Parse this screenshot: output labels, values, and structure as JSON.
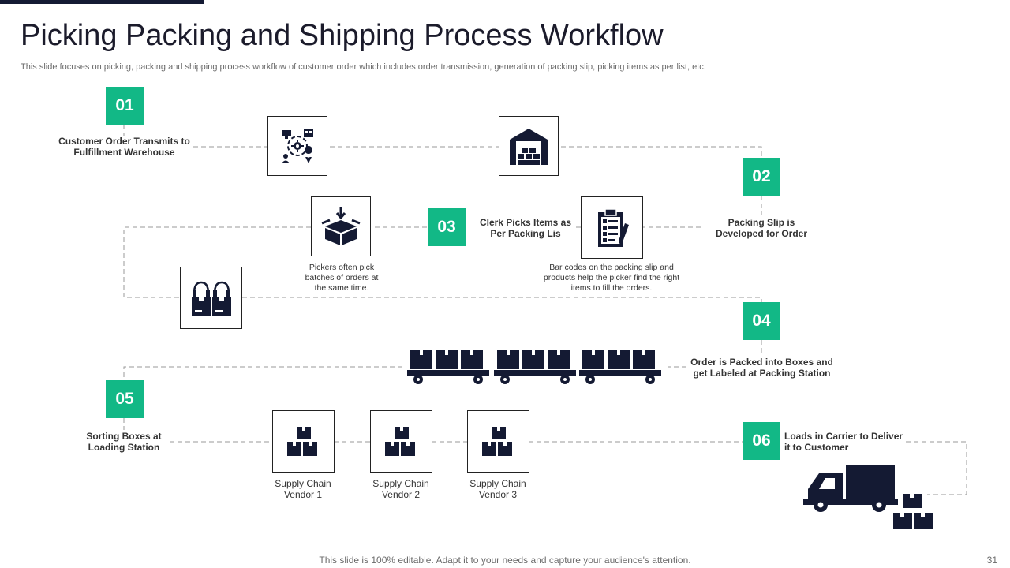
{
  "title": "Picking Packing and Shipping Process Workflow",
  "subtitle": "This slide focuses on picking, packing and shipping process workflow of customer order which includes order transmission, generation of packing slip, picking items as per list, etc.",
  "steps": [
    {
      "num": "01",
      "label": "Customer Order Transmits to Fulfillment  Warehouse"
    },
    {
      "num": "02",
      "label": "Packing Slip is Developed for Order"
    },
    {
      "num": "03",
      "label": "Clerk Picks Items as Per Packing Lis"
    },
    {
      "num": "04",
      "label": "Order is Packed into Boxes and get Labeled at Packing Station"
    },
    {
      "num": "05",
      "label": "Sorting Boxes at Loading Station"
    },
    {
      "num": "06",
      "label": "Loads in Carrier to Deliver it to Customer"
    }
  ],
  "notes": {
    "pickers": "Pickers often pick batches of orders at the same time.",
    "barcodes": "Bar codes on the packing slip and products help the picker find the right items to fill the orders."
  },
  "vendors": [
    "Supply Chain Vendor 1",
    "Supply Chain Vendor 2",
    "Supply Chain Vendor 3"
  ],
  "icons": {
    "order": "order-network-icon",
    "warehouse": "warehouse-icon",
    "box": "open-box-icon",
    "clipboard": "clipboard-checklist-icon",
    "headset": "support-boxes-icon",
    "conveyor": "conveyor-carts-icon",
    "vendor": "stacked-boxes-icon",
    "truck": "delivery-truck-icon"
  },
  "colors": {
    "accent": "#12b886",
    "dark": "#141a33"
  },
  "footer": "This slide is 100% editable. Adapt it to your needs and capture your audience's attention.",
  "page_number": "31"
}
